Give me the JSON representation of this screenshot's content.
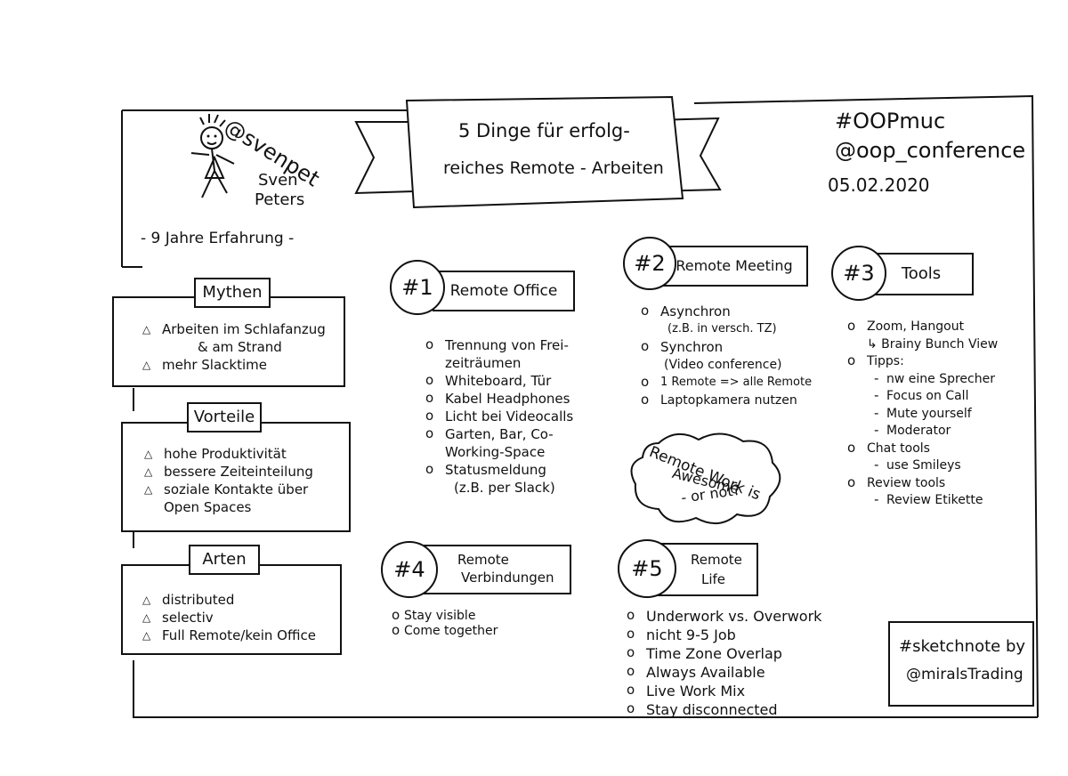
{
  "title": {
    "line1": "5 Dinge für erfolg-",
    "line2": "reiches Remote - Arbeiten"
  },
  "conference": {
    "hashtag": "#OOPmuc",
    "handle": "@oop_conference",
    "date": "05.02.2020"
  },
  "speaker": {
    "handle": "@svenpet",
    "name_line1": "Sven",
    "name_line2": "Peters",
    "experience": "- 9 Jahre Erfahrung -"
  },
  "mythen": {
    "title": "Mythen",
    "items": [
      "Arbeiten im Schlafanzug",
      "& am Strand",
      "mehr Slacktime"
    ]
  },
  "vorteile": {
    "title": "Vorteile",
    "items": [
      "hohe Produktivität",
      "bessere Zeiteinteilung",
      "soziale Kontakte über",
      "Open Spaces"
    ]
  },
  "arten": {
    "title": "Arten",
    "items": [
      "distributed",
      "selectiv",
      "Full Remote/kein Office"
    ]
  },
  "s1": {
    "num": "#1",
    "title": "Remote Office",
    "items": [
      "Trennung von Frei-",
      "zeiträumen",
      "Whiteboard, Tür",
      "Kabel Headphones",
      "Licht bei Videocalls",
      "Garten, Bar, Co-",
      "Working-Space",
      "Statusmeldung",
      "(z.B. per Slack)"
    ]
  },
  "s2": {
    "num": "#2",
    "title": "Remote Meeting",
    "items": [
      "Asynchron",
      "(z.B. in versch. TZ)",
      "Synchron",
      "(Video conference)",
      "1 Remote => alle Remote",
      "Laptopkamera nutzen"
    ]
  },
  "s3": {
    "num": "#3",
    "title": "Tools",
    "items": [
      "Zoom, Hangout",
      "↳ Brainy Bunch View",
      "Tipps:",
      "nw eine Sprecher",
      "Focus on Call",
      "Mute yourself",
      "Moderator",
      "Chat tools",
      "use Smileys",
      "Review tools",
      "Review Etikette"
    ]
  },
  "s4": {
    "num": "#4",
    "title_line1": "Remote",
    "title_line2": "Verbindungen",
    "items": [
      "Stay visible",
      "Come together"
    ]
  },
  "s5": {
    "num": "#5",
    "title_line1": "Remote",
    "title_line2": "Life",
    "items": [
      "Underwork vs. Overwork",
      "nicht 9-5 Job",
      "Time Zone Overlap",
      "Always Available",
      "Live Work Mix",
      "Stay disconnected"
    ]
  },
  "cloud": {
    "line1": "Remote Work is",
    "line2": "Awesome",
    "line3": "- or not?"
  },
  "credit": {
    "line1": "#sketchnote by",
    "line2": "@miralsTrading"
  }
}
